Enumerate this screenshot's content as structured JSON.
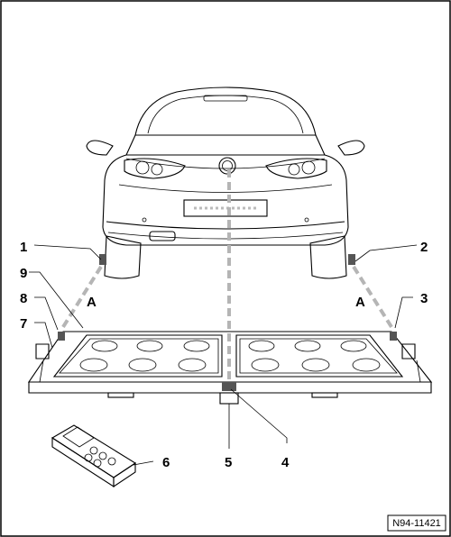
{
  "diagram": {
    "callouts": [
      "1",
      "2",
      "3",
      "4",
      "5",
      "6",
      "7",
      "8",
      "9"
    ],
    "beam_labels": [
      "A",
      "A"
    ],
    "reference": "N94-11421"
  }
}
